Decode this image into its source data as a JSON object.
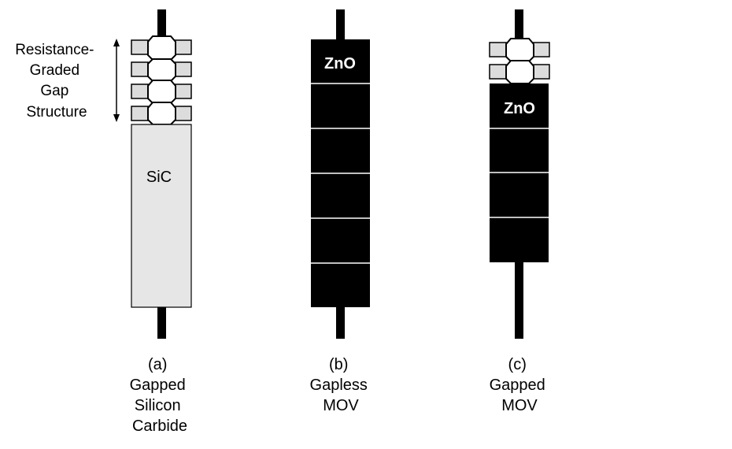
{
  "gap_label": [
    "Resistance-",
    "Graded",
    "Gap",
    "Structure"
  ],
  "arresters": [
    {
      "material": "SiC",
      "caption": [
        "(a)",
        "Gapped",
        "Silicon",
        "Carbide"
      ]
    },
    {
      "material": "ZnO",
      "caption": [
        "(b)",
        "Gapless",
        "MOV"
      ]
    },
    {
      "material": "ZnO",
      "caption": [
        "(c)",
        "Gapped",
        "MOV"
      ]
    }
  ],
  "colors": {
    "lead": "#000000",
    "sic_fill": "#e6e6e6",
    "zno_fill": "#000000",
    "gap_fill": "#ffffff",
    "gap_tab": "#dcdcdc",
    "zno_text": "#ffffff",
    "separator": "#ffffff"
  }
}
